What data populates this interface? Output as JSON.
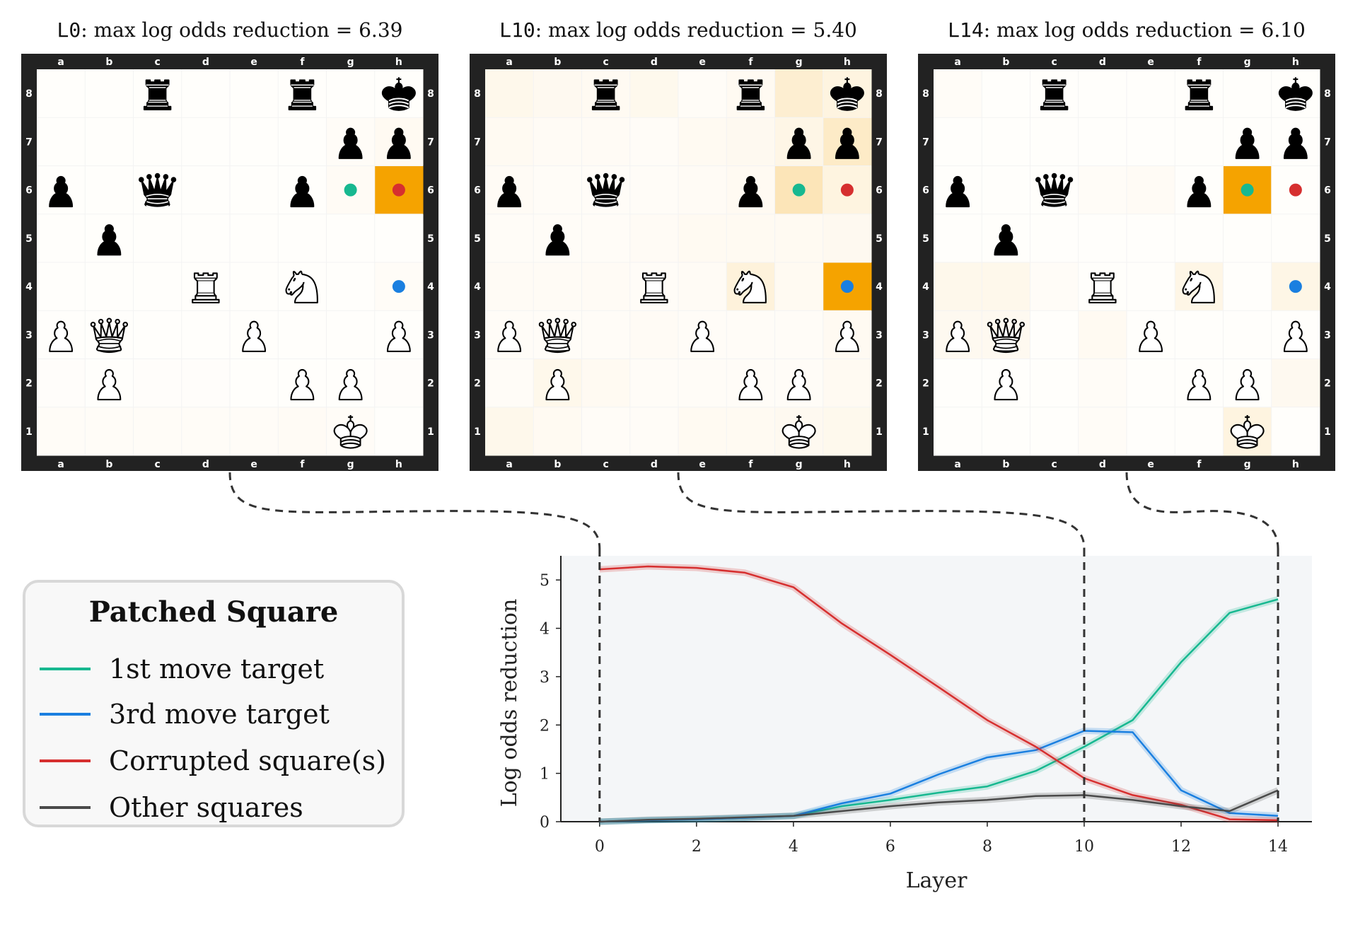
{
  "boards": [
    {
      "title_prefix": "L0",
      "title_rest": ": max log odds reduction = 6.39",
      "pieces": [
        {
          "sq": "c8",
          "p": "r"
        },
        {
          "sq": "f8",
          "p": "r"
        },
        {
          "sq": "h8",
          "p": "k"
        },
        {
          "sq": "g7",
          "p": "p"
        },
        {
          "sq": "h7",
          "p": "p"
        },
        {
          "sq": "a6",
          "p": "p"
        },
        {
          "sq": "c6",
          "p": "q"
        },
        {
          "sq": "f6",
          "p": "p"
        },
        {
          "sq": "b5",
          "p": "p"
        },
        {
          "sq": "d4",
          "p": "R"
        },
        {
          "sq": "f4",
          "p": "N"
        },
        {
          "sq": "a3",
          "p": "P"
        },
        {
          "sq": "b3",
          "p": "Q"
        },
        {
          "sq": "e3",
          "p": "P"
        },
        {
          "sq": "h3",
          "p": "P"
        },
        {
          "sq": "b2",
          "p": "P"
        },
        {
          "sq": "f2",
          "p": "P"
        },
        {
          "sq": "g2",
          "p": "P"
        },
        {
          "sq": "g1",
          "p": "K"
        }
      ],
      "heat": [
        {
          "sq": "h6",
          "v": 1.0
        },
        {
          "sq": "g6",
          "v": 0.04
        },
        {
          "sq": "h7",
          "v": 0.05
        },
        {
          "sq": "g7",
          "v": 0.03
        },
        {
          "sq": "f1",
          "v": 0.04
        },
        {
          "sq": "g1",
          "v": 0.03
        },
        {
          "sq": "h4",
          "v": 0.03
        },
        {
          "sq": "a1",
          "v": 0.03
        },
        {
          "sq": "b1",
          "v": 0.03
        },
        {
          "sq": "c1",
          "v": 0.03
        },
        {
          "sq": "d1",
          "v": 0.03
        },
        {
          "sq": "e1",
          "v": 0.03
        },
        {
          "sq": "c2",
          "v": 0.02
        },
        {
          "sq": "d2",
          "v": 0.02
        },
        {
          "sq": "h2",
          "v": 0.02
        },
        {
          "sq": "a2",
          "v": 0.02
        }
      ],
      "dots": [
        {
          "sq": "g6",
          "color": "#17b890"
        },
        {
          "sq": "h6",
          "color": "#d62f2f"
        },
        {
          "sq": "h4",
          "color": "#1a7fe0"
        }
      ]
    },
    {
      "title_prefix": "L10",
      "title_rest": ": max log odds reduction = 5.40",
      "pieces": [
        {
          "sq": "c8",
          "p": "r"
        },
        {
          "sq": "f8",
          "p": "r"
        },
        {
          "sq": "h8",
          "p": "k"
        },
        {
          "sq": "g7",
          "p": "p"
        },
        {
          "sq": "h7",
          "p": "p"
        },
        {
          "sq": "a6",
          "p": "p"
        },
        {
          "sq": "c6",
          "p": "q"
        },
        {
          "sq": "f6",
          "p": "p"
        },
        {
          "sq": "b5",
          "p": "p"
        },
        {
          "sq": "d4",
          "p": "R"
        },
        {
          "sq": "f4",
          "p": "N"
        },
        {
          "sq": "a3",
          "p": "P"
        },
        {
          "sq": "b3",
          "p": "Q"
        },
        {
          "sq": "e3",
          "p": "P"
        },
        {
          "sq": "h3",
          "p": "P"
        },
        {
          "sq": "b2",
          "p": "P"
        },
        {
          "sq": "f2",
          "p": "P"
        },
        {
          "sq": "g2",
          "p": "P"
        },
        {
          "sq": "g1",
          "p": "K"
        }
      ],
      "heat": [
        {
          "sq": "h4",
          "v": 1.0
        },
        {
          "sq": "g6",
          "v": 0.28
        },
        {
          "sq": "h6",
          "v": 0.12
        },
        {
          "sq": "h7",
          "v": 0.22
        },
        {
          "sq": "g8",
          "v": 0.18
        },
        {
          "sq": "h8",
          "v": 0.12
        },
        {
          "sq": "f4",
          "v": 0.14
        },
        {
          "sq": "d8",
          "v": 0.07
        },
        {
          "sq": "a8",
          "v": 0.08
        },
        {
          "sq": "b8",
          "v": 0.06
        },
        {
          "sq": "c8",
          "v": 0.05
        },
        {
          "sq": "e8",
          "v": 0.03
        },
        {
          "sq": "f8",
          "v": 0.05
        },
        {
          "sq": "a7",
          "v": 0.05
        },
        {
          "sq": "b7",
          "v": 0.04
        },
        {
          "sq": "c7",
          "v": 0.04
        },
        {
          "sq": "d7",
          "v": 0.03
        },
        {
          "sq": "e7",
          "v": 0.05
        },
        {
          "sq": "f7",
          "v": 0.06
        },
        {
          "sq": "g7",
          "v": 0.1
        },
        {
          "sq": "a6",
          "v": 0.04
        },
        {
          "sq": "b6",
          "v": 0.03
        },
        {
          "sq": "c6",
          "v": 0.03
        },
        {
          "sq": "d6",
          "v": 0.03
        },
        {
          "sq": "e6",
          "v": 0.04
        },
        {
          "sq": "f6",
          "v": 0.05
        },
        {
          "sq": "a5",
          "v": 0.03
        },
        {
          "sq": "b5",
          "v": 0.03
        },
        {
          "sq": "c5",
          "v": 0.03
        },
        {
          "sq": "d5",
          "v": 0.04
        },
        {
          "sq": "e5",
          "v": 0.05
        },
        {
          "sq": "f5",
          "v": 0.05
        },
        {
          "sq": "g5",
          "v": 0.05
        },
        {
          "sq": "h5",
          "v": 0.06
        },
        {
          "sq": "a4",
          "v": 0.04
        },
        {
          "sq": "b4",
          "v": 0.04
        },
        {
          "sq": "c4",
          "v": 0.04
        },
        {
          "sq": "d4",
          "v": 0.03
        },
        {
          "sq": "e4",
          "v": 0.04
        },
        {
          "sq": "g4",
          "v": 0.05
        },
        {
          "sq": "a3",
          "v": 0.03
        },
        {
          "sq": "b3",
          "v": 0.03
        },
        {
          "sq": "c3",
          "v": 0.03
        },
        {
          "sq": "d3",
          "v": 0.04
        },
        {
          "sq": "e3",
          "v": 0.03
        },
        {
          "sq": "f3",
          "v": 0.03
        },
        {
          "sq": "g3",
          "v": 0.03
        },
        {
          "sq": "h3",
          "v": 0.05
        },
        {
          "sq": "a2",
          "v": 0.03
        },
        {
          "sq": "b2",
          "v": 0.08
        },
        {
          "sq": "c2",
          "v": 0.05
        },
        {
          "sq": "d2",
          "v": 0.03
        },
        {
          "sq": "e2",
          "v": 0.03
        },
        {
          "sq": "f2",
          "v": 0.03
        },
        {
          "sq": "g2",
          "v": 0.03
        },
        {
          "sq": "h2",
          "v": 0.05
        },
        {
          "sq": "a1",
          "v": 0.08
        },
        {
          "sq": "b1",
          "v": 0.05
        },
        {
          "sq": "c1",
          "v": 0.03
        },
        {
          "sq": "d1",
          "v": 0.03
        },
        {
          "sq": "e1",
          "v": 0.05
        },
        {
          "sq": "f1",
          "v": 0.05
        },
        {
          "sq": "g1",
          "v": 0.06
        },
        {
          "sq": "h1",
          "v": 0.07
        }
      ],
      "dots": [
        {
          "sq": "g6",
          "color": "#17b890"
        },
        {
          "sq": "h6",
          "color": "#d62f2f"
        },
        {
          "sq": "h4",
          "color": "#1a7fe0"
        }
      ]
    },
    {
      "title_prefix": "L14",
      "title_rest": ": max log odds reduction = 6.10",
      "pieces": [
        {
          "sq": "c8",
          "p": "r"
        },
        {
          "sq": "f8",
          "p": "r"
        },
        {
          "sq": "h8",
          "p": "k"
        },
        {
          "sq": "g7",
          "p": "p"
        },
        {
          "sq": "h7",
          "p": "p"
        },
        {
          "sq": "a6",
          "p": "p"
        },
        {
          "sq": "c6",
          "p": "q"
        },
        {
          "sq": "f6",
          "p": "p"
        },
        {
          "sq": "b5",
          "p": "p"
        },
        {
          "sq": "d4",
          "p": "R"
        },
        {
          "sq": "f4",
          "p": "N"
        },
        {
          "sq": "a3",
          "p": "P"
        },
        {
          "sq": "b3",
          "p": "Q"
        },
        {
          "sq": "e3",
          "p": "P"
        },
        {
          "sq": "h3",
          "p": "P"
        },
        {
          "sq": "b2",
          "p": "P"
        },
        {
          "sq": "f2",
          "p": "P"
        },
        {
          "sq": "g2",
          "p": "P"
        },
        {
          "sq": "g1",
          "p": "K"
        }
      ],
      "heat": [
        {
          "sq": "g6",
          "v": 1.0
        },
        {
          "sq": "a4",
          "v": 0.08
        },
        {
          "sq": "b4",
          "v": 0.08
        },
        {
          "sq": "f4",
          "v": 0.1
        },
        {
          "sq": "h4",
          "v": 0.1
        },
        {
          "sq": "a3",
          "v": 0.06
        },
        {
          "sq": "b3",
          "v": 0.06
        },
        {
          "sq": "d3",
          "v": 0.05
        },
        {
          "sq": "g1",
          "v": 0.12
        },
        {
          "sq": "h2",
          "v": 0.06
        },
        {
          "sq": "e6",
          "v": 0.04
        },
        {
          "sq": "d6",
          "v": 0.03
        },
        {
          "sq": "a8",
          "v": 0.03
        },
        {
          "sq": "c4",
          "v": 0.03
        },
        {
          "sq": "d2",
          "v": 0.03
        },
        {
          "sq": "d1",
          "v": 0.03
        }
      ],
      "dots": [
        {
          "sq": "g6",
          "color": "#17b890"
        },
        {
          "sq": "h6",
          "color": "#d62f2f"
        },
        {
          "sq": "h4",
          "color": "#1a7fe0"
        }
      ]
    }
  ],
  "files": [
    "a",
    "b",
    "c",
    "d",
    "e",
    "f",
    "g",
    "h"
  ],
  "ranks": [
    "1",
    "2",
    "3",
    "4",
    "5",
    "6",
    "7",
    "8"
  ],
  "legend": {
    "title": "Patched Square",
    "items": [
      {
        "label": "1st move target",
        "color": "#17b890"
      },
      {
        "label": "3rd move target",
        "color": "#1a7fe0"
      },
      {
        "label": "Corrupted square(s)",
        "color": "#d62f2f"
      },
      {
        "label": "Other squares",
        "color": "#4a4a4a"
      }
    ]
  },
  "chart_data": {
    "type": "line",
    "xlabel": "Layer",
    "ylabel": "Log odds reduction",
    "xlim": [
      -0.8,
      14.7
    ],
    "ylim": [
      0,
      5.5
    ],
    "xticks": [
      0,
      2,
      4,
      6,
      8,
      10,
      12,
      14
    ],
    "yticks": [
      0,
      1,
      2,
      3,
      4,
      5
    ],
    "x": [
      0,
      1,
      2,
      3,
      4,
      5,
      6,
      7,
      8,
      9,
      10,
      11,
      12,
      13,
      14
    ],
    "series": [
      {
        "name": "1st move target",
        "color": "#17b890",
        "values": [
          0.0,
          0.03,
          0.05,
          0.08,
          0.12,
          0.32,
          0.45,
          0.6,
          0.73,
          1.05,
          1.55,
          2.1,
          3.3,
          4.32,
          4.6
        ]
      },
      {
        "name": "3rd move target",
        "color": "#1a7fe0",
        "values": [
          0.0,
          0.03,
          0.05,
          0.08,
          0.12,
          0.38,
          0.58,
          0.98,
          1.33,
          1.48,
          1.88,
          1.85,
          0.65,
          0.18,
          0.12
        ]
      },
      {
        "name": "Corrupted square(s)",
        "color": "#d62f2f",
        "values": [
          5.22,
          5.28,
          5.25,
          5.15,
          4.85,
          4.1,
          3.45,
          2.78,
          2.1,
          1.55,
          0.9,
          0.55,
          0.35,
          0.05,
          0.03
        ]
      },
      {
        "name": "Other squares",
        "color": "#4a4a4a",
        "values": [
          0.0,
          0.04,
          0.06,
          0.09,
          0.12,
          0.22,
          0.32,
          0.4,
          0.45,
          0.53,
          0.55,
          0.45,
          0.32,
          0.22,
          0.65
        ]
      }
    ],
    "vlines": [
      0,
      10,
      14
    ],
    "grid": false
  }
}
